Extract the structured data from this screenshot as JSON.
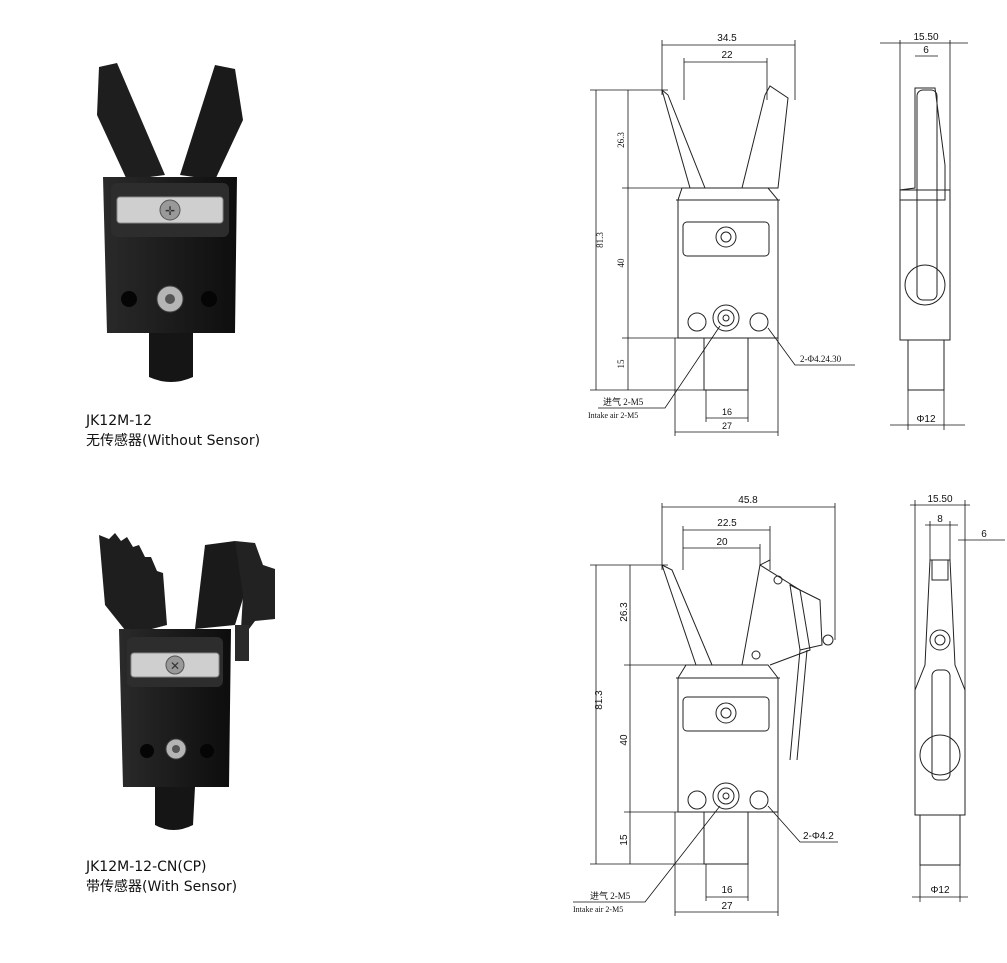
{
  "products": [
    {
      "model": "JK12M-12",
      "description": "无传感器(Without Sensor)",
      "drawing": {
        "dims": {
          "total_width": "34.5",
          "jaw_width": "22",
          "total_height": "81.3",
          "jaw_height": "26.3",
          "body_height": "40",
          "stem_height": "15",
          "hole_note": "2-Φ4.24.30",
          "intake_cn": "进气 2-M5",
          "intake_en": "Intake air 2-M5",
          "hole_spacing": "16",
          "base_width": "27",
          "side_width": "15.50",
          "side_inner": "6",
          "stem_dia": "Φ12"
        }
      }
    },
    {
      "model": "JK12M-12-CN(CP)",
      "description": "带传感器(With Sensor)",
      "drawing": {
        "dims": {
          "total_width": "45.8",
          "jaw_width": "22.5",
          "inner_width": "20",
          "total_height": "81.3",
          "jaw_height": "26.3",
          "body_height": "40",
          "stem_height": "15",
          "hole_note": "2-Φ4.2",
          "intake_cn": "进气 2-M5",
          "intake_en": "Intake air 2-M5",
          "hole_spacing": "16",
          "base_width": "27",
          "side_width": "15.50",
          "side_inner": "8",
          "side_offset": "6",
          "stem_dia": "Φ12"
        }
      }
    }
  ]
}
